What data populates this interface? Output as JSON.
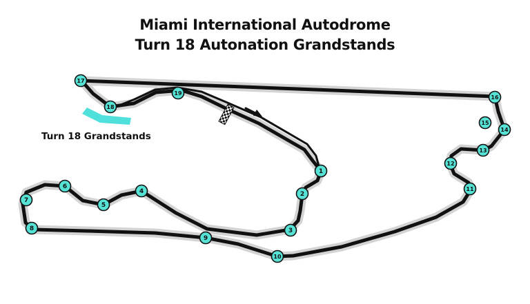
{
  "title": {
    "line1": "Miami International Autodrome",
    "line2": "Turn 18 Autonation Grandstands"
  },
  "grandstand": {
    "label": "Turn 18 Grandstands",
    "color": "#4fe0dc"
  },
  "colors": {
    "track": "#111111",
    "runoff": "#d3d3d3",
    "marker_fill": "#57e2d6",
    "marker_stroke": "#111111"
  },
  "turns": [
    "1",
    "2",
    "3",
    "4",
    "5",
    "6",
    "7",
    "8",
    "9",
    "10",
    "11",
    "12",
    "13",
    "14",
    "15",
    "16",
    "17",
    "18",
    "19"
  ],
  "icons": {
    "start_finish": "checkered-flag-icon",
    "direction": "direction-arrow-icon"
  }
}
